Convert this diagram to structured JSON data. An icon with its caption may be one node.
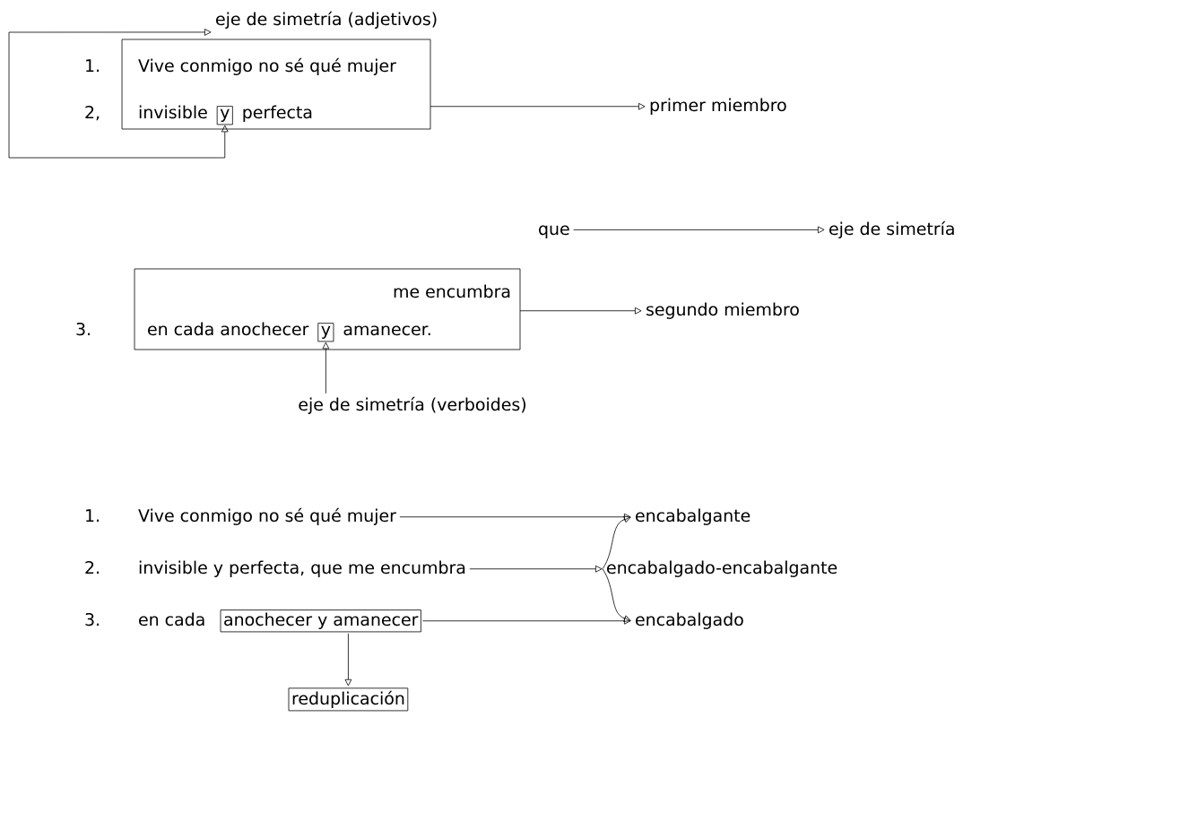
{
  "diagram": {
    "nodes": [
      {
        "text": [
          "eje de simetría (adjetivos)"
        ]
      },
      {
        "text": [
          "Vive conmigo no sé qué mujer",
          "invisible",
          "perfecta"
        ]
      },
      {
        "text": [
          "y"
        ],
        "in": 1
      },
      {
        "text": [
          "primer miembro"
        ]
      },
      {
        "text": [
          "que"
        ]
      },
      {
        "text": [
          "eje de simetría"
        ]
      },
      {
        "text": [
          "me encumbra",
          "en cada anochecer",
          "amanecer."
        ]
      },
      {
        "text": [
          "y"
        ],
        "in": 6
      },
      {
        "text": [
          "segundo miembro"
        ]
      },
      {
        "text": [
          "eje de simetría (verboides)"
        ]
      },
      {
        "text": [
          "Vive conmigo no sé qué mujer"
        ]
      },
      {
        "text": [
          "encabalgante"
        ]
      },
      {
        "text": [
          "invisible y perfecta, que me encumbra"
        ]
      },
      {
        "text": [
          "encabalgado-encabalgante"
        ]
      },
      {
        "text": [
          "anochecer y amanecer"
        ]
      },
      {
        "text": [
          "encabalgado"
        ]
      },
      {
        "text": [
          "reduplicación"
        ]
      }
    ],
    "edges": [
      {
        "from": 2,
        "to": 0,
        "arrow": "both"
      },
      {
        "from": 1,
        "to": 3,
        "arrow": "to"
      },
      {
        "from": 4,
        "to": 5,
        "arrow": "to"
      },
      {
        "from": 6,
        "to": 8,
        "arrow": "to"
      },
      {
        "from": 9,
        "to": 7,
        "arrow": "to"
      },
      {
        "from": 10,
        "to": 11,
        "arrow": "to"
      },
      {
        "from": 12,
        "to": 13,
        "arrow": "to"
      },
      {
        "from": 13,
        "to": 11,
        "arrow": "to"
      },
      {
        "from": 13,
        "to": 15,
        "arrow": "to"
      },
      {
        "from": 14,
        "to": 15,
        "arrow": "to"
      },
      {
        "from": 14,
        "to": 16,
        "arrow": "to"
      }
    ],
    "labels": [
      "1.",
      "2,",
      "3.",
      "1.",
      "2.",
      "3.",
      "en cada"
    ]
  }
}
